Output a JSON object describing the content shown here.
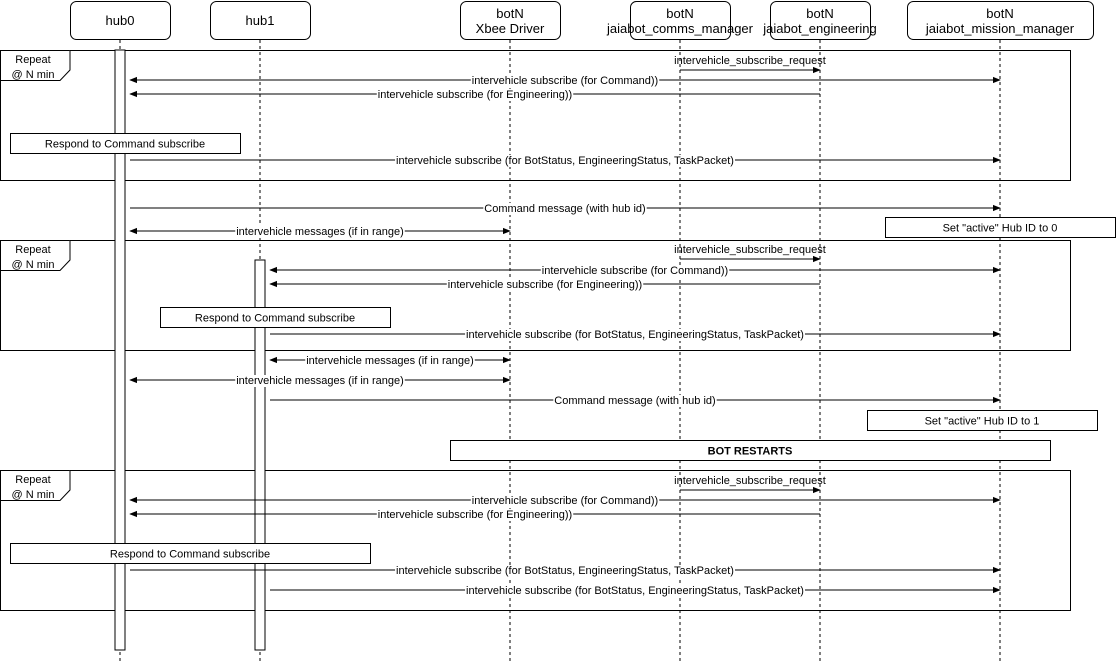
{
  "participants": [
    {
      "id": "hub0",
      "lines": [
        "hub0"
      ]
    },
    {
      "id": "hub1",
      "lines": [
        "hub1"
      ]
    },
    {
      "id": "xbee",
      "lines": [
        "botN",
        "Xbee Driver"
      ]
    },
    {
      "id": "comms",
      "lines": [
        "botN",
        "jaiabot_comms_manager"
      ]
    },
    {
      "id": "eng",
      "lines": [
        "botN",
        "jaiabot_engineering"
      ]
    },
    {
      "id": "mission",
      "lines": [
        "botN",
        "jaiabot_mission_manager"
      ]
    }
  ],
  "frames": [
    {
      "id": "repeat-1",
      "label": [
        "Repeat",
        "@ N min"
      ]
    },
    {
      "id": "repeat-2",
      "label": [
        "Repeat",
        "@ N min"
      ]
    },
    {
      "id": "repeat-3",
      "label": [
        "Repeat",
        "@ N min"
      ]
    }
  ],
  "notes": [
    {
      "id": "respond-1",
      "text": "Respond to Command subscribe",
      "bold": false
    },
    {
      "id": "set-hub-0",
      "text": "Set \"active\" Hub ID to 0",
      "bold": false
    },
    {
      "id": "respond-2",
      "text": "Respond to Command subscribe",
      "bold": false
    },
    {
      "id": "set-hub-1",
      "text": "Set \"active\" Hub ID to 1",
      "bold": false
    },
    {
      "id": "bot-restarts",
      "text": "BOT RESTARTS",
      "bold": true
    },
    {
      "id": "respond-3",
      "text": "Respond to Command subscribe",
      "bold": false
    }
  ],
  "messages": [
    {
      "from": "comms",
      "to": "eng",
      "label": "intervehicle_subscribe_request"
    },
    {
      "from": "eng",
      "to": "mission",
      "label": ""
    },
    {
      "from": "mission",
      "to": "hub0",
      "label": "intervehicle subscribe (for Command))"
    },
    {
      "from": "eng",
      "to": "hub0",
      "label": "intervehicle subscribe (for Engineering))"
    },
    {
      "from": "hub0",
      "to": "mission",
      "label": "intervehicle subscribe (for BotStatus, EngineeringStatus, TaskPacket)"
    },
    {
      "from": "hub0",
      "to": "mission",
      "label": "Command message (with hub id)"
    },
    {
      "from": "hub0",
      "to": "xbee",
      "label": "intervehicle messages (if in range)",
      "both": true
    },
    {
      "from": "comms",
      "to": "eng",
      "label": "intervehicle_subscribe_request"
    },
    {
      "from": "eng",
      "to": "mission",
      "label": ""
    },
    {
      "from": "mission",
      "to": "hub1",
      "label": "intervehicle subscribe (for Command))"
    },
    {
      "from": "eng",
      "to": "hub1",
      "label": "intervehicle subscribe (for Engineering))"
    },
    {
      "from": "hub1",
      "to": "mission",
      "label": "intervehicle subscribe (for BotStatus, EngineeringStatus, TaskPacket)"
    },
    {
      "from": "hub1",
      "to": "xbee",
      "label": "intervehicle messages (if in range)",
      "both": true
    },
    {
      "from": "hub0",
      "to": "xbee",
      "label": "intervehicle messages (if in range)",
      "both": true
    },
    {
      "from": "hub1",
      "to": "mission",
      "label": "Command message (with hub id)"
    },
    {
      "from": "comms",
      "to": "eng",
      "label": "intervehicle_subscribe_request"
    },
    {
      "from": "eng",
      "to": "mission",
      "label": ""
    },
    {
      "from": "mission",
      "to": "hub0",
      "label": "intervehicle subscribe (for Command))"
    },
    {
      "from": "eng",
      "to": "hub0",
      "label": "intervehicle subscribe (for Engineering))"
    },
    {
      "from": "hub0",
      "to": "mission",
      "label": "intervehicle subscribe (for BotStatus, EngineeringStatus, TaskPacket)"
    },
    {
      "from": "hub1",
      "to": "mission",
      "label": "intervehicle subscribe (for BotStatus, EngineeringStatus, TaskPacket)"
    }
  ]
}
